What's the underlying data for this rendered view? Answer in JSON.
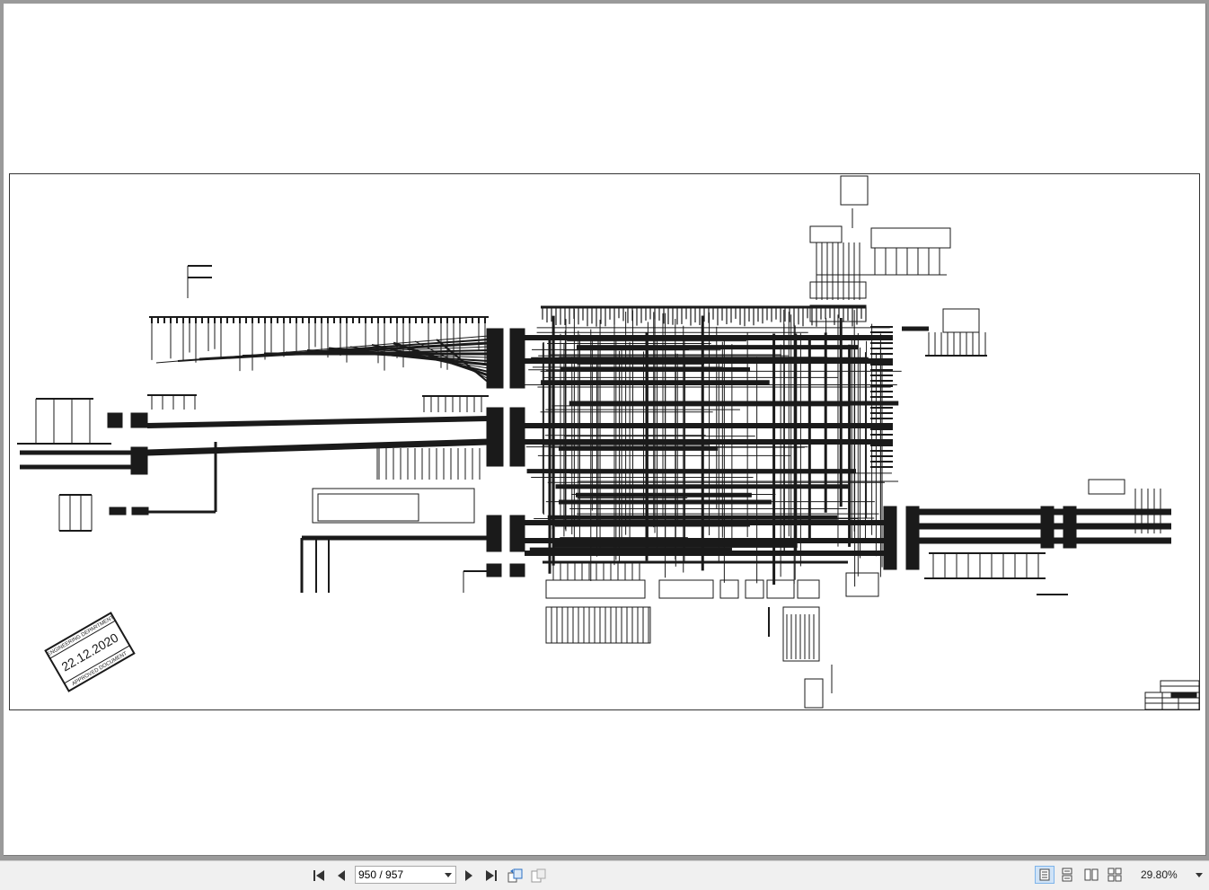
{
  "document": {
    "stamp": {
      "line_top": "ENGINEERING DEPARTMENT",
      "date": "22.12.2020",
      "line_bottom": "APPROVED DOCUMENT"
    }
  },
  "statusbar": {
    "page_value": "950 / 957",
    "zoom": "29.80%"
  },
  "icons": {
    "first_page": "first-page-icon",
    "prev_page": "prev-page-icon",
    "next_page": "next-page-icon",
    "last_page": "last-page-icon",
    "rotate": "rotate-view-icon",
    "fit": "fit-page-icon",
    "single_page": "single-page-icon",
    "continuous": "continuous-icon",
    "facing": "facing-icon",
    "continuous_facing": "continuous-facing-icon"
  },
  "colors": {
    "page_bg": "#ffffff",
    "viewport_bg": "#9a9a9a",
    "statusbar_bg": "#f0f0f0",
    "ink": "#1a1a1a",
    "active_view": "#cfe3f7"
  }
}
